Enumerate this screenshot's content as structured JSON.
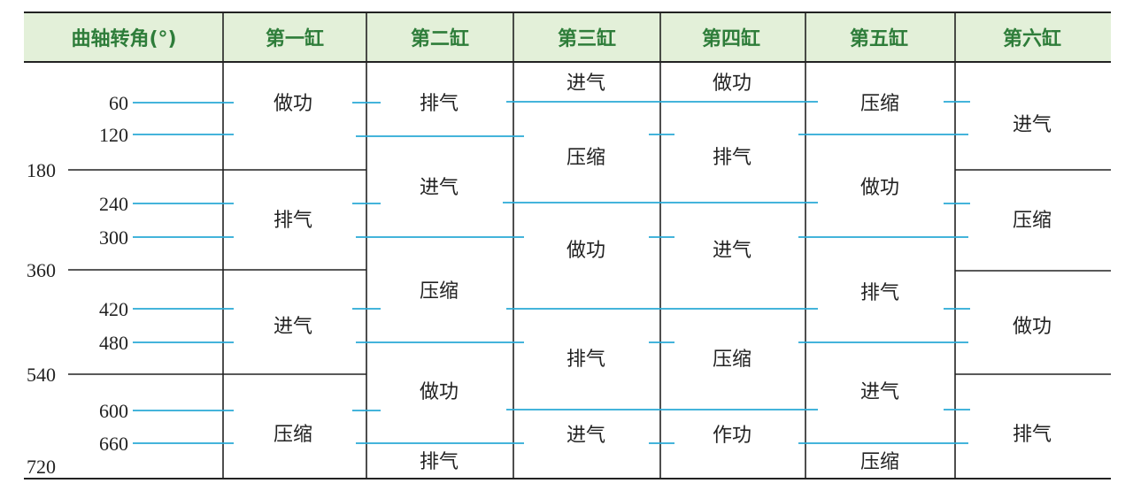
{
  "headers": [
    "曲轴转角(°)",
    "第一缸",
    "第二缸",
    "第三缸",
    "第四缸",
    "第五缸",
    "第六缸"
  ],
  "angle_labels": [
    "60",
    "120",
    "180",
    "240",
    "300",
    "360",
    "420",
    "480",
    "540",
    "600",
    "660",
    "720"
  ],
  "cells": [
    [
      "做功",
      "排气",
      "进气",
      "做功",
      "压缩",
      "进气"
    ],
    [
      "排气",
      "进气",
      "压缩",
      "排气",
      "做功",
      "压缩"
    ],
    [
      "进气",
      "压缩",
      "做功",
      "进气",
      "排气",
      "做功"
    ],
    [
      "压缩",
      "做功",
      "排气",
      "压缩",
      "进气",
      "排气"
    ],
    [
      "",
      "排气",
      "进气",
      "作功",
      "压缩",
      ""
    ]
  ],
  "colors": {
    "header_bg": "#e3f0d9",
    "header_text": "#2e7d3a",
    "rule_black": "#222222",
    "tick_blue": "#29a9d6"
  }
}
